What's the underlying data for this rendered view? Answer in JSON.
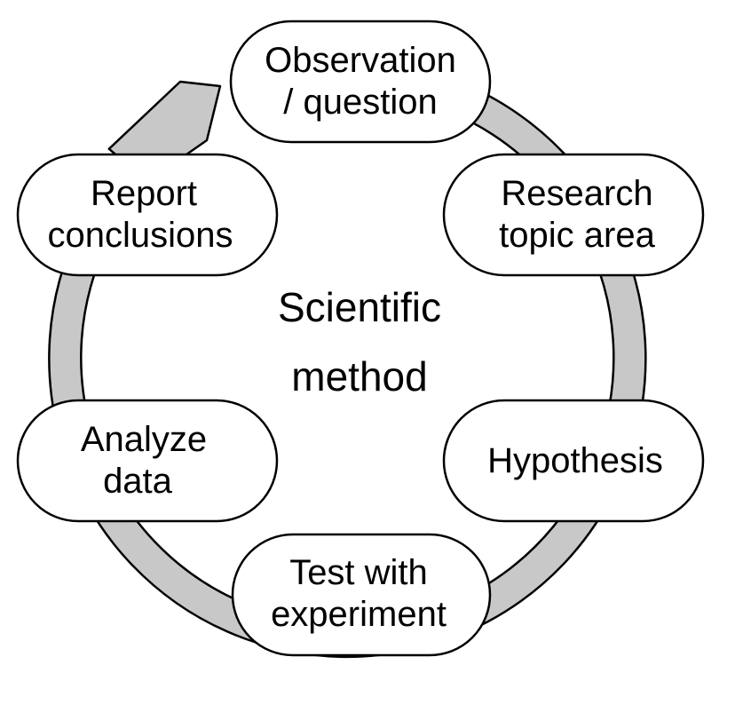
{
  "diagram": {
    "center": {
      "line1": "Scientific",
      "line2": "method"
    },
    "steps": [
      {
        "line1": "Observation",
        "line2": "/ question"
      },
      {
        "line1": "Research",
        "line2": "topic area"
      },
      {
        "line1": "Hypothesis",
        "line2": ""
      },
      {
        "line1": "Test with",
        "line2": "experiment"
      },
      {
        "line1": "Analyze",
        "line2": "data"
      },
      {
        "line1": "Report",
        "line2": "conclusions"
      }
    ]
  },
  "colors": {
    "cycle_band": "#c8c8c8",
    "outline": "#000000",
    "node_fill": "#ffffff"
  }
}
